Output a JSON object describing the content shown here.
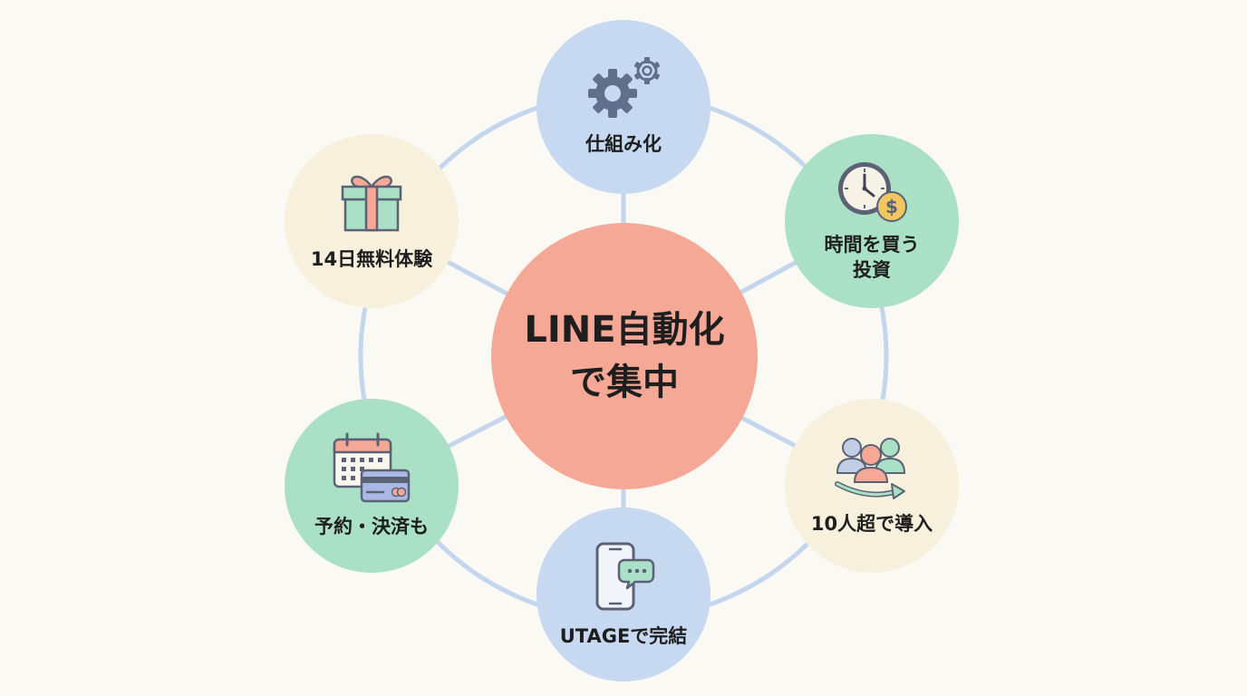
{
  "colors": {
    "background": "#fbf9f3",
    "connector": "#c3d6ee",
    "center": "#f6a896",
    "blue": "#c6d9f1",
    "green": "#a9e0c6",
    "cream": "#f6f0dd"
  },
  "center": {
    "line1": "LINE自動化",
    "line2": "で集中"
  },
  "nodes": {
    "top": {
      "label": "仕組み化",
      "icon": "gears-icon",
      "color": "#c6d9f1"
    },
    "right_top": {
      "label1": "時間を買う",
      "label2": "投資",
      "icon": "clock-coin-icon",
      "color": "#a9e0c6"
    },
    "right_bottom": {
      "label": "10人超で導入",
      "icon": "people-arrow-icon",
      "color": "#f6f0dd"
    },
    "bottom": {
      "label": "UTAGEで完結",
      "icon": "smartphone-chat-icon",
      "color": "#c6d9f1"
    },
    "left_bottom": {
      "label": "予約・決済も",
      "icon": "calendar-card-icon",
      "color": "#a9e0c6"
    },
    "left_top": {
      "label": "14日無料体験",
      "icon": "gift-icon",
      "color": "#f6f0dd"
    }
  }
}
